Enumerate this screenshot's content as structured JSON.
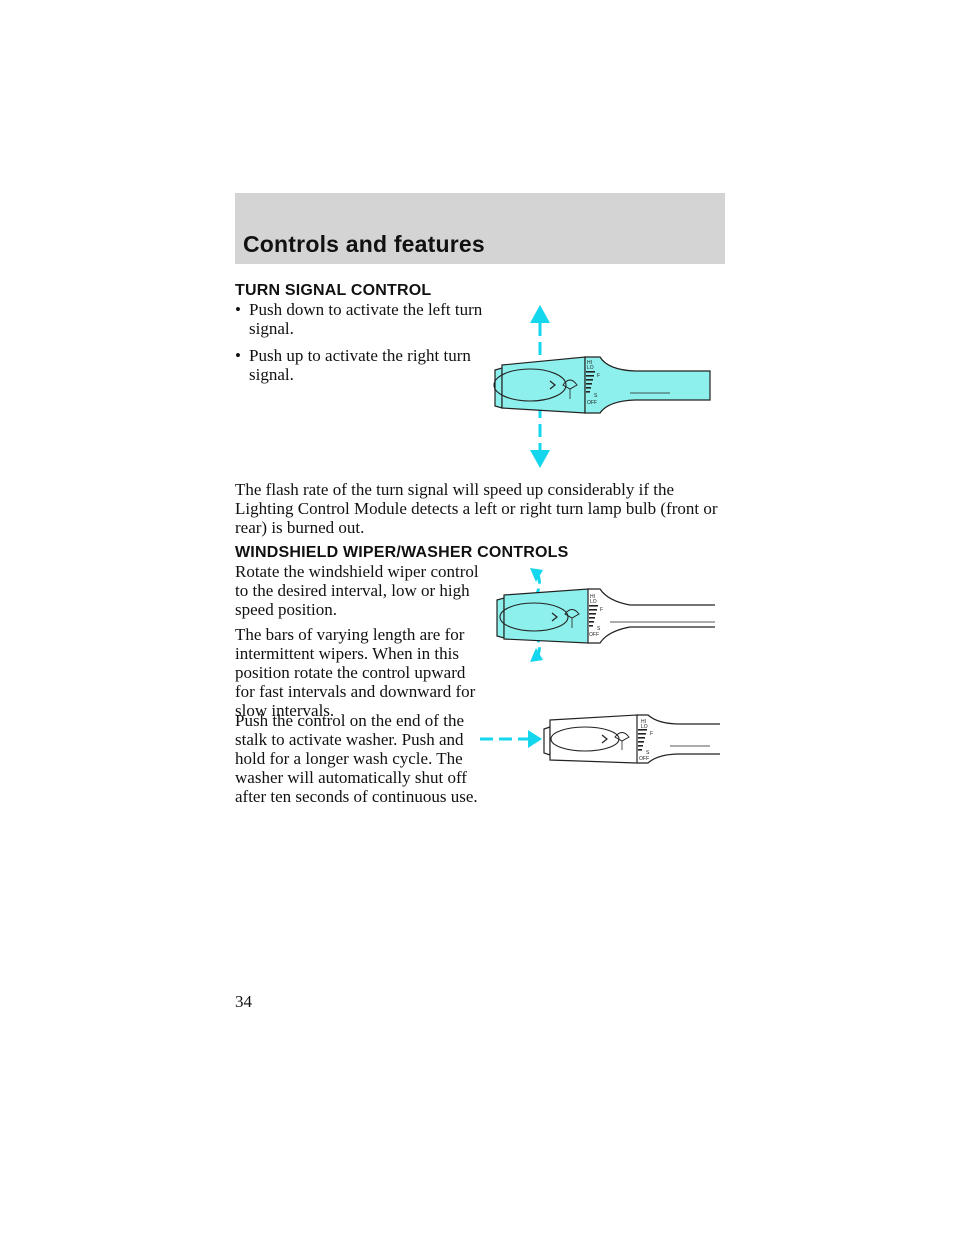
{
  "header": {
    "title": "Controls and features"
  },
  "turn_signal": {
    "heading": "TURN SIGNAL CONTROL",
    "bullets": [
      "Push down to activate the left turn signal.",
      "Push up to activate the right turn signal."
    ],
    "paragraph": "The flash rate of the turn signal will speed up considerably if the Lighting Control Module detects a left or right turn lamp bulb (front or rear) is burned out."
  },
  "wiper": {
    "heading": "WINDSHIELD WIPER/WASHER CONTROLS",
    "paragraphs": [
      "Rotate the windshield wiper control to the desired interval, low or high speed position.",
      "The bars of varying length are for intermittent wipers. When in this position rotate the control upward for fast intervals and downward for slow intervals.",
      "Push the control on the end of the stalk to activate washer. Push and hold for a longer wash cycle. The washer will automatically shut off after ten seconds of continuous use."
    ]
  },
  "stalk_labels": {
    "hi": "HI",
    "lo": "LO",
    "fast": "F",
    "slow": "S",
    "off": "OFF"
  },
  "colors": {
    "stalk_fill": "#8ef0ec",
    "arrow": "#14d6ec",
    "header_band": "#d4d4d4"
  },
  "page": {
    "number": "34"
  }
}
